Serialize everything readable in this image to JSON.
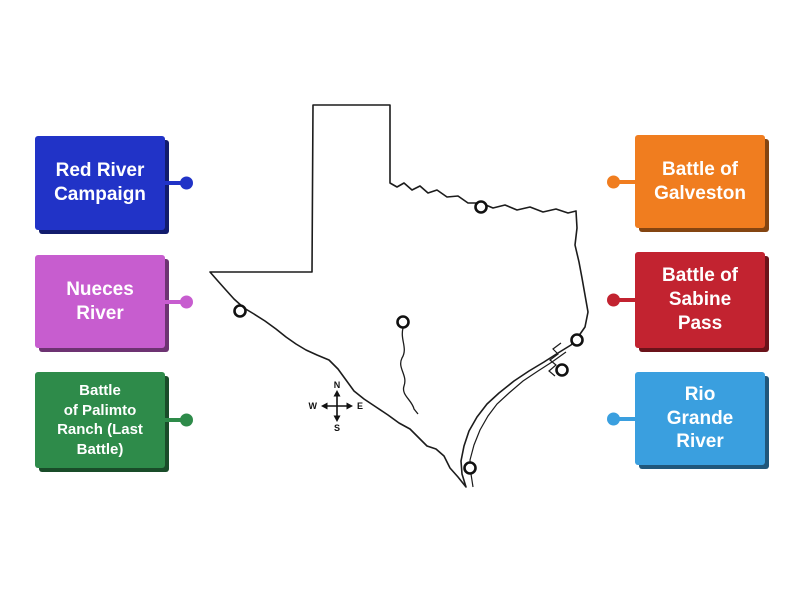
{
  "labels": {
    "left": [
      {
        "text": "Red River\nCampaign",
        "color": "#2133c7"
      },
      {
        "text": "Nueces\nRiver",
        "color": "#c75dcf"
      },
      {
        "text": "Battle\nof Palimto\nRanch (Last\nBattle)",
        "color": "#2e8b4a"
      }
    ],
    "right": [
      {
        "text": "Battle of\nGalveston",
        "color": "#f07d1f"
      },
      {
        "text": "Battle of\nSabine\nPass",
        "color": "#c22330"
      },
      {
        "text": "Rio\nGrande\nRiver",
        "color": "#3a9fdf"
      }
    ]
  },
  "compass": {
    "north": "N",
    "south": "S",
    "east": "E",
    "west": "W"
  }
}
